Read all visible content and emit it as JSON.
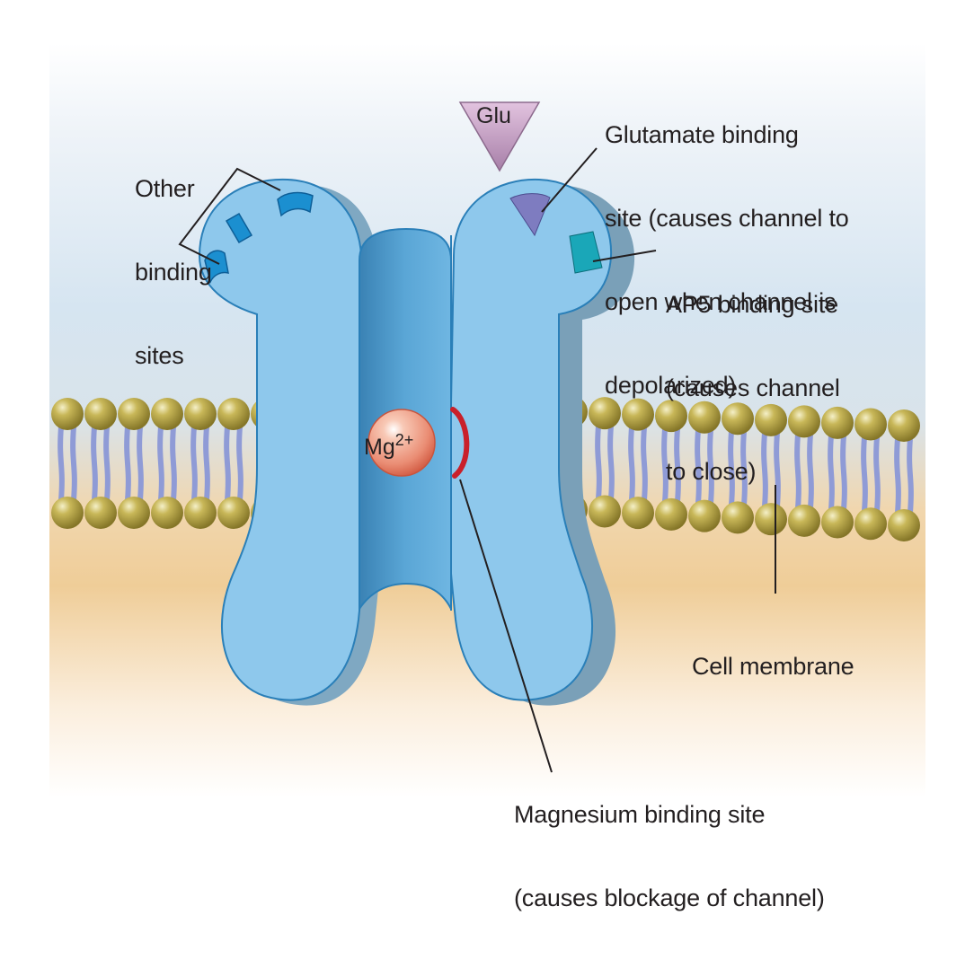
{
  "figure": {
    "subject": "NMDA receptor channel",
    "colors": {
      "receptor_fill": "#8ec8ec",
      "receptor_edge": "#2a7fb8",
      "pore_fill": "#4f9fcf",
      "lipid_head": "#b6a544",
      "lipid_tail": "#8f9bd6",
      "extracellular_bg": "#dbe8f3",
      "intracellular_bg": "#f0cf9c",
      "glutamate": "#c9a3c9",
      "glutamate_site": "#7e7cc0",
      "ap5_site": "#1aa7b8",
      "other_sites": "#1b8fd0",
      "magnesium": "#e9826c",
      "magnesium_site": "#c9202a",
      "leader_line": "#231f20"
    }
  },
  "labels": {
    "other_binding_sites": [
      "Other",
      "binding",
      "sites"
    ],
    "glutamate_binding_site": [
      "Glutamate binding",
      "site (causes channel to",
      "open when channel is",
      "depolarized)"
    ],
    "ap5_binding_site": [
      "AP5 binding site",
      "(causes channel",
      "to close)"
    ],
    "cell_membrane": [
      "Cell membrane"
    ],
    "magnesium_binding_site": [
      "Magnesium binding site",
      "(causes blockage of channel)"
    ]
  },
  "molecules": {
    "glutamate": "Glu",
    "magnesium_symbol": "Mg",
    "magnesium_charge": "2+"
  }
}
